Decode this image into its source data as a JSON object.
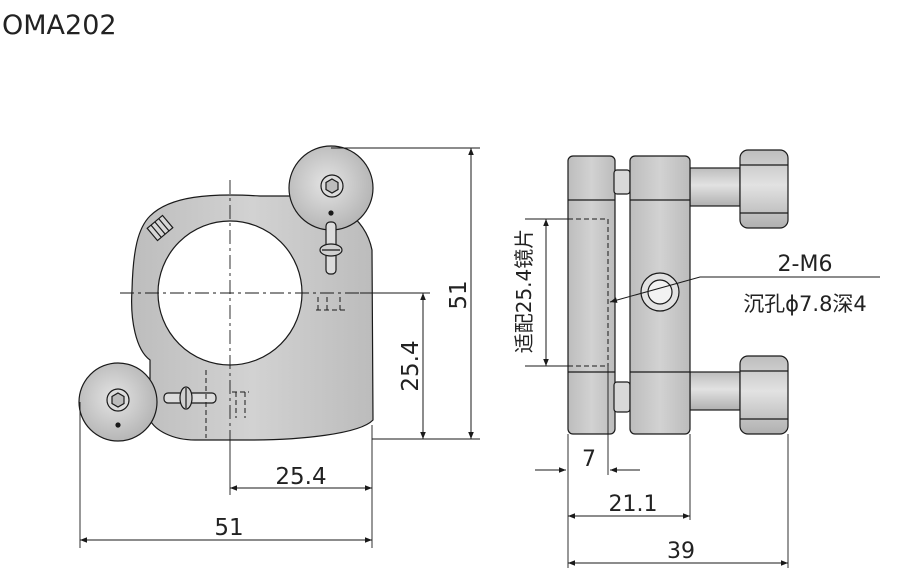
{
  "title": "OMA202",
  "front_view": {
    "dim_width_total": "51",
    "dim_center_x": "25.4",
    "dim_height_total": "51",
    "dim_center_y": "25.4"
  },
  "side_view": {
    "label_optic": "适配25.4镜片",
    "label_thread": "2-M6",
    "label_counterbore": "沉孔ϕ7.8深4",
    "dim_7": "7",
    "dim_21_1": "21.1",
    "dim_39": "39"
  },
  "colors": {
    "line": "#1a1a1a",
    "body_fill": "#c9c9c9",
    "part_fill": "#d6d6d6",
    "text": "#222222"
  }
}
